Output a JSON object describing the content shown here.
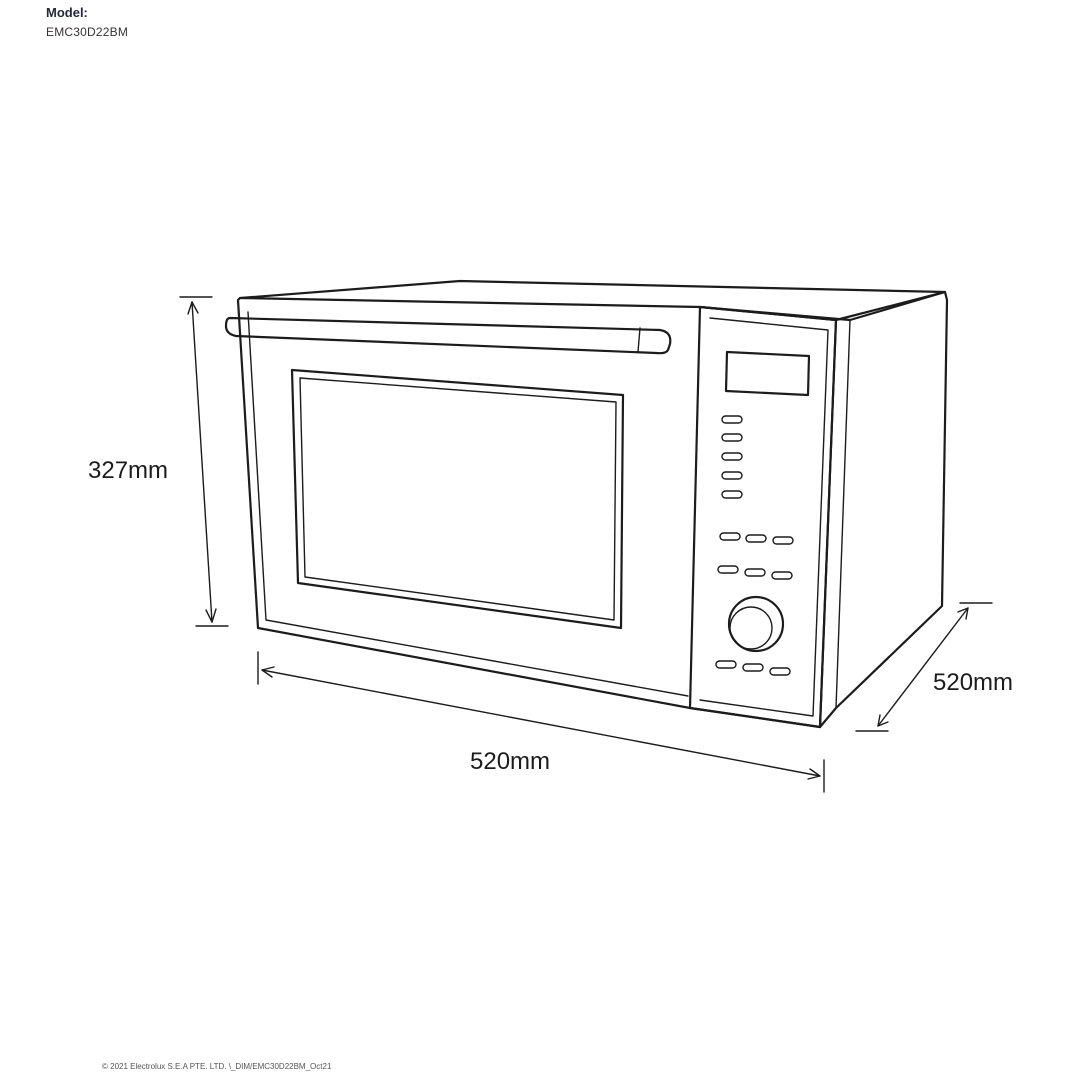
{
  "header": {
    "model_label": "Model:",
    "model_code": "EMC30D22BM"
  },
  "dimensions": {
    "height": "327mm",
    "width": "520mm",
    "depth": "520mm"
  },
  "footer": {
    "text": "© 2021 Electrolux S.E.A PTE. LTD. \\_DIM/EMC30D22BM_Oct21"
  },
  "colors": {
    "line": "#1c1c1c",
    "model_label": "#1e2a3a"
  }
}
